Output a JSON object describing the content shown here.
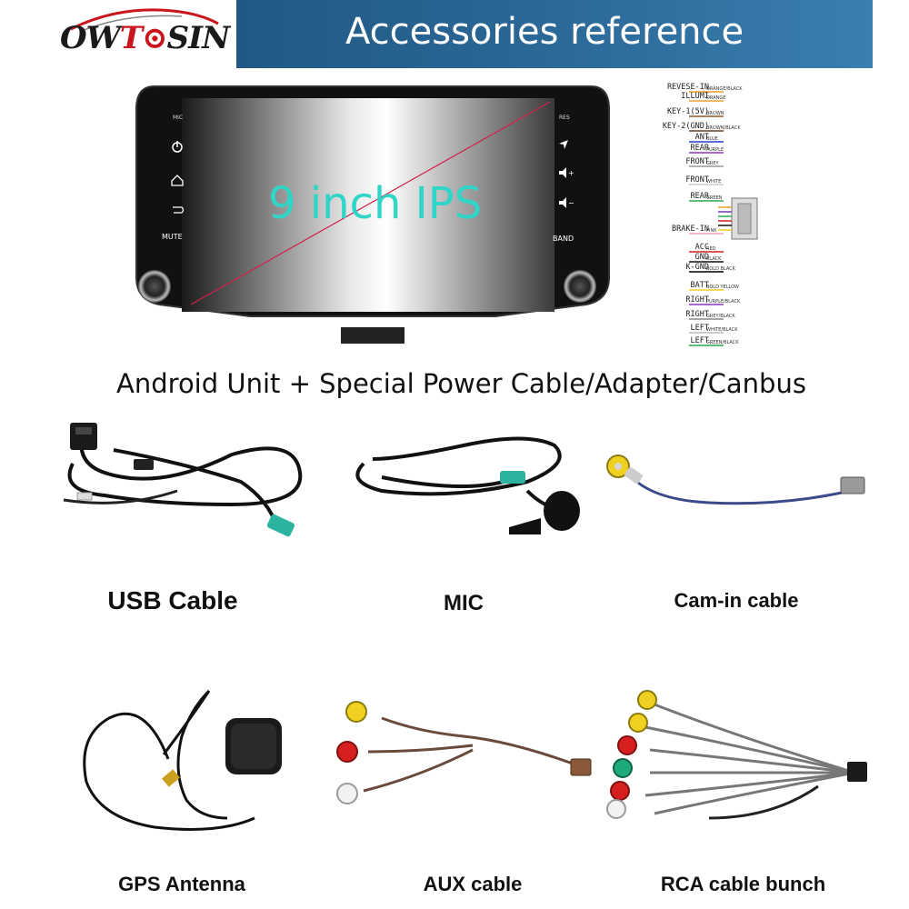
{
  "header": {
    "logo_part1": "OW",
    "logo_part2": "T",
    "logo_part3": "SIN",
    "title": "Accessories reference"
  },
  "unit": {
    "screen_text": "9 inch IPS",
    "mic_label": "MIC",
    "res_label": "RES",
    "mute_label": "MUTE",
    "band_label": "BAND"
  },
  "wiring": {
    "labels": [
      "REVESE-IN",
      "ILLUMI",
      "KEY-1(5V)",
      "KEY-2(GND)",
      "ANT",
      "REAR",
      "FRONT",
      "FRONT",
      "REAR",
      "BRAKE-IN",
      "ACC",
      "GND",
      "K-GND",
      "BATT",
      "RIGHT",
      "RIGHT",
      "LEFT",
      "LEFT"
    ],
    "colors": [
      "ORANGE/BLACK",
      "ORANGE",
      "BROWN",
      "BROWN/BLACK",
      "BLUE",
      "PURPLE",
      "GREY",
      "WHITE",
      "GREEN",
      "PINK",
      "RED",
      "BLACK",
      "BOLD BLACK",
      "BOLD YELLOW",
      "PURPLE/BLACK",
      "GREY/BLACK",
      "WHITE/BLACK",
      "GREEN/BLACK"
    ]
  },
  "subtitle": "Android Unit + Special Power Cable/Adapter/Canbus",
  "accessories": [
    {
      "label": "USB Cable"
    },
    {
      "label": "MIC"
    },
    {
      "label": "Cam-in cable"
    },
    {
      "label": "GPS Antenna"
    },
    {
      "label": "AUX cable"
    },
    {
      "label": "RCA cable bunch"
    }
  ]
}
